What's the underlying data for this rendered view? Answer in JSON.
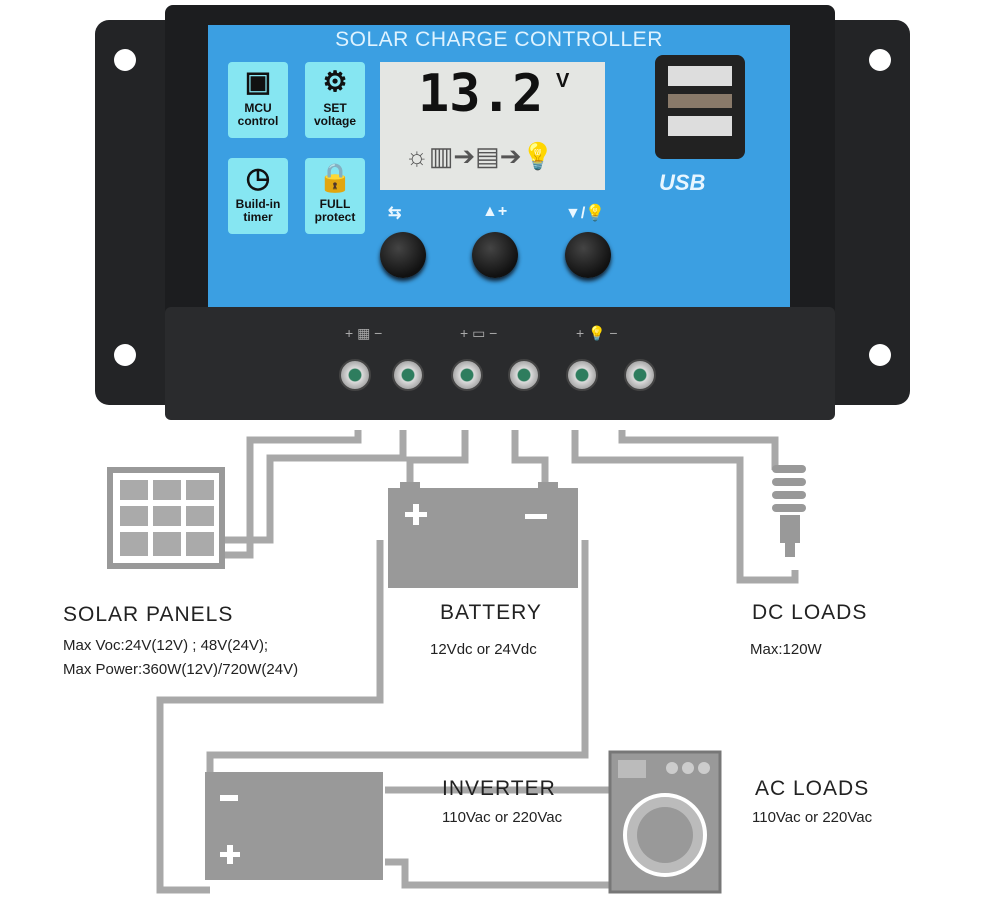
{
  "controller": {
    "title": "SOLAR CHARGE CONTROLLER",
    "features": [
      {
        "icon": "chip-icon",
        "line1": "MCU",
        "line2": "control"
      },
      {
        "icon": "gear-icon",
        "line1": "SET",
        "line2": "voltage"
      },
      {
        "icon": "clock-icon",
        "line1": "Build-in",
        "line2": "timer"
      },
      {
        "icon": "lock-icon",
        "line1": "FULL",
        "line2": "protect"
      }
    ],
    "display": {
      "value": "13.2",
      "unit": "V"
    },
    "usb_label": "USB",
    "button_symbols": [
      "⇆",
      "▲+",
      "▼/💡"
    ],
    "terminal_groups": [
      "+ ▦ −",
      "+ ▭ −",
      "+ 💡 −"
    ],
    "colors": {
      "panel": "#3b9fe2",
      "body": "#1f2022",
      "feature_box": "#86e6f2"
    }
  },
  "components": {
    "solar": {
      "title": "SOLAR  PANELS",
      "line1": "Max  Voc:24V(12V) ; 48V(24V);",
      "line2": "Max  Power:360W(12V)/720W(24V)"
    },
    "battery": {
      "title": "BATTERY",
      "line1": "12Vdc  or  24Vdc"
    },
    "dc_loads": {
      "title": "DC  LOADS",
      "line1": "Max:120W"
    },
    "inverter": {
      "title": "INVERTER",
      "line1": "110Vac  or  220Vac"
    },
    "ac_loads": {
      "title": "AC  LOADS",
      "line1": "110Vac  or  220Vac"
    }
  }
}
